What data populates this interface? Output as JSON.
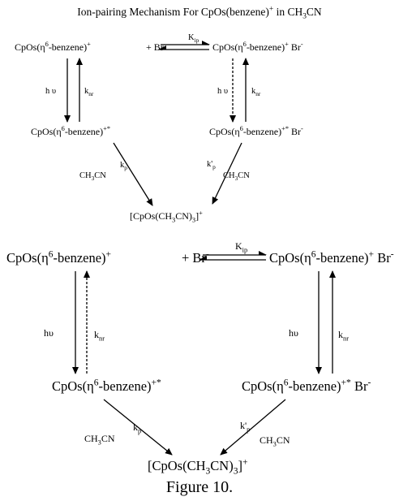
{
  "title": {
    "pre": "Ion-pairing Mechanism For CpOs(benzene)",
    "sup": "+",
    "mid": " in CH",
    "sub": "3",
    "post": "CN"
  },
  "top": {
    "plus_bromide": "+ Br",
    "br_minus": "-",
    "k_ip": {
      "main": "K",
      "sub": "ip"
    },
    "hv": "h υ",
    "k_nr": {
      "main": "k",
      "sub": "nr"
    },
    "k_p": {
      "main": "k",
      "sub": "p"
    },
    "k_p_prime": {
      "main": "k'",
      "sub": "p"
    },
    "solvent": {
      "pre": "CH",
      "sub": "3",
      "post": "CN"
    },
    "product": {
      "pre": "[CpOs(CH",
      "sub1": "3",
      "mid": "CN)",
      "sub2": "3",
      "post": "]",
      "sup": "+"
    }
  },
  "bottom": {
    "plus_bromide": "+ Br",
    "br_minus": "-",
    "k_ip": {
      "main": "K",
      "sub": "ip"
    },
    "hv": "hυ",
    "k_nr": {
      "main": "k",
      "sub": "nr"
    },
    "k_p": {
      "main": "k",
      "sub": "p"
    },
    "k_p_prime": {
      "main": "k'",
      "sub": "p"
    },
    "solvent": {
      "pre": "CH",
      "sub": "3",
      "post": "CN"
    },
    "product": {
      "pre": "[CpOs(CH",
      "sub1": "3",
      "mid": "CN)",
      "sub2": "3",
      "post": "]",
      "sup": "+"
    }
  },
  "species": {
    "cation": {
      "pre": "CpOs(η",
      "sup": "6",
      "post": "-benzene)",
      "charge": "+"
    },
    "cation_excited": {
      "pre": "CpOs(η",
      "sup": "6",
      "post": "-benzene)",
      "charge": "+*"
    },
    "ion_pair": {
      "pre": "CpOs(η",
      "sup": "6",
      "post": "-benzene)",
      "charge": "+",
      "anion": " Br",
      "anion_charge": "-"
    },
    "ion_pair_excited": {
      "pre": "CpOs(η",
      "sup": "6",
      "post": "-benzene)",
      "charge": "+*",
      "anion": " Br",
      "anion_charge": "-"
    }
  },
  "caption": "Figure 10."
}
